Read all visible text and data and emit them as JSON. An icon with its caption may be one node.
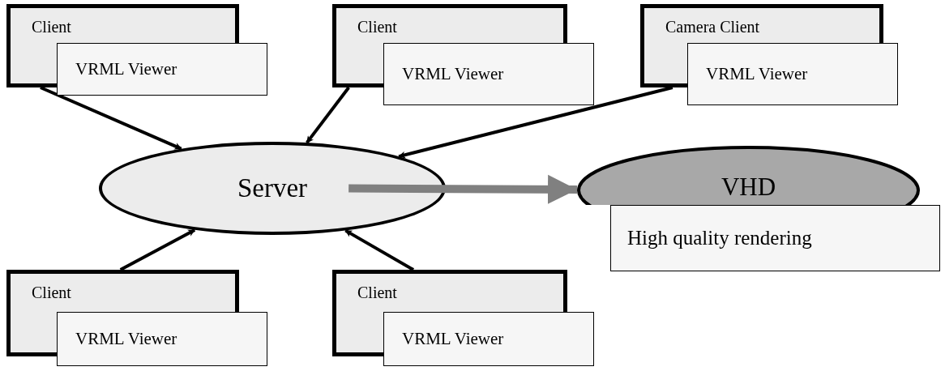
{
  "diagram": {
    "nodes": [
      {
        "text": [
          "Client"
        ]
      },
      {
        "text": [
          "VRML Viewer"
        ]
      },
      {
        "text": [
          "Client"
        ]
      },
      {
        "text": [
          "VRML Viewer"
        ]
      },
      {
        "text": [
          "Camera Client"
        ]
      },
      {
        "text": [
          "VRML Viewer"
        ]
      },
      {
        "text": [
          "Server"
        ]
      },
      {
        "text": [
          "VHD"
        ]
      },
      {
        "text": [
          "High quality rendering"
        ]
      },
      {
        "text": [
          "Client"
        ]
      },
      {
        "text": [
          "VRML Viewer"
        ]
      },
      {
        "text": [
          "Client"
        ]
      },
      {
        "text": [
          "VRML Viewer"
        ]
      }
    ],
    "edges": [
      {
        "from": 0,
        "to": 6,
        "arrow": "to"
      },
      {
        "from": 2,
        "to": 6,
        "arrow": "to"
      },
      {
        "from": 4,
        "to": 6,
        "arrow": "to"
      },
      {
        "from": 9,
        "to": 6,
        "arrow": "to"
      },
      {
        "from": 11,
        "to": 6,
        "arrow": "to"
      },
      {
        "from": 6,
        "to": 7,
        "arrow": "to",
        "style": "thick",
        "color": "#808080"
      }
    ]
  }
}
